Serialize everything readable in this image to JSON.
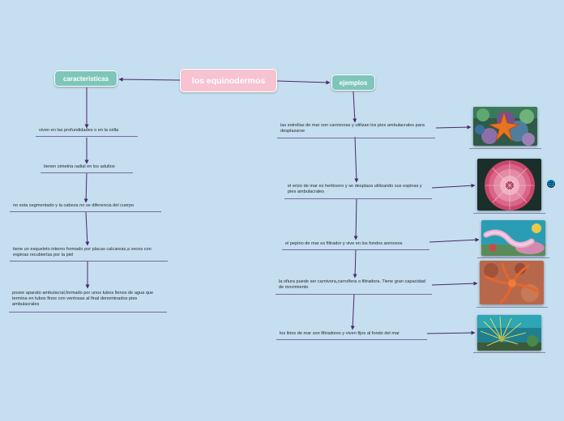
{
  "root": {
    "label": "los equinodermos"
  },
  "branches": {
    "caracteristicas": {
      "label": "caracteristicas",
      "items": [
        "viven en las profundidades o en la orilla",
        "tienen simetria radial en los adultos",
        "no esta segmentado y la cabeza no se diferencia del cuerpo",
        "tiene un esqueleto interno formado por placas calcareas,a veces con espinas recubiertas por la piel",
        "posee aparato ambulacral,formado por unos tubos llenos de agua que termina en tubos finos con ventosas al final denominados pies ambulacrales"
      ]
    },
    "ejemplos": {
      "label": "ejemplos",
      "items": [
        "las estrellas de mar son carnivoras y utilizan los pies ambulacrales para desplazarse",
        "el erizo de mar es herbivoro y se desplaza utilizando sus espinas y pies ambulacrales",
        "el pepino de mar es filtrador y vive en los fondos arenosos",
        "la ofiura puede ser carnivora,carroñera o filtradora. Tiene gran capacidad de movimiento",
        "los lirios de mar son filtradores y viven fijos al fondo del mar"
      ]
    }
  },
  "images": [
    {
      "subject": "estrella de mar",
      "icon": "starfish-photo"
    },
    {
      "subject": "erizo de mar",
      "icon": "sea-urchin-photo"
    },
    {
      "subject": "pepino de mar",
      "icon": "sea-cucumber-photo"
    },
    {
      "subject": "ofiura",
      "icon": "brittle-star-photo"
    },
    {
      "subject": "lirio de mar",
      "icon": "sea-lily-photo"
    }
  ],
  "colors": {
    "background": "#c5def0",
    "root": "#f8c3d0",
    "branch": "#7ec6b9",
    "connector": "#4a2a6a"
  },
  "icons": {
    "hyperlink": "globe-icon"
  }
}
